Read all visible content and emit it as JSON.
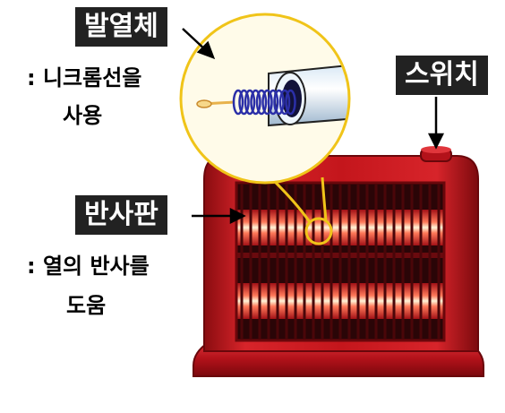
{
  "labels": {
    "heater_element": "발열체",
    "reflector": "반사판",
    "switch": "스위치"
  },
  "descriptions": {
    "heater_element_line1": ":  니크롬선을",
    "heater_element_line2": "사용",
    "reflector_line1": ":  열의  반사를",
    "reflector_line2": "도움"
  },
  "colors": {
    "body_red": "#c4161c",
    "label_bg": "#222222",
    "coil_blue": "#2b2fa8",
    "highlight_yellow": "#f0c419"
  }
}
